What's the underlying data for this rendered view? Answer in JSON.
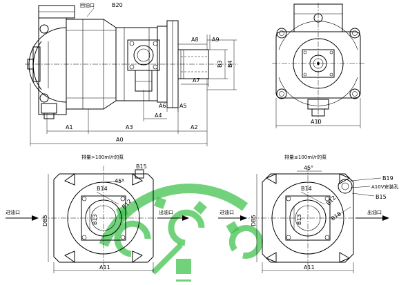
{
  "dimensions": {
    "B20": "B20",
    "A8": "A8",
    "A9": "A9",
    "A7": "A7",
    "B3": "B3",
    "B4": "B4",
    "A6": "A6",
    "A5": "A5",
    "A4": "A4",
    "A1": "A1",
    "A3": "A3",
    "A2": "A2",
    "A0": "A0",
    "A10": "A10",
    "B15_left": "B15",
    "B14_left": "B14",
    "angle_left": "45°",
    "B12_left": "B12",
    "B13_left": "B13",
    "D85_left": "DB5",
    "A11_left": "A11",
    "B14_right": "B14",
    "angle_right": "45°",
    "B12_right": "B12",
    "B13_right": "B13",
    "B18_right": "B18",
    "D85_right": "DB5",
    "A11_right": "A11",
    "B19": "B19",
    "A10V": "A10V安装孔",
    "B15_right": "B15"
  },
  "labels": {
    "return_port": "回油口",
    "title_left": "排量>100ml/r的泵",
    "title_right": "排量≤100ml/r的泵",
    "inlet_left": "进油口",
    "outlet_left": "出油口",
    "inlet_right": "进油口",
    "outlet_right": "出油口"
  },
  "colors": {
    "line": "#000000",
    "watermark": "#3cc04a"
  }
}
